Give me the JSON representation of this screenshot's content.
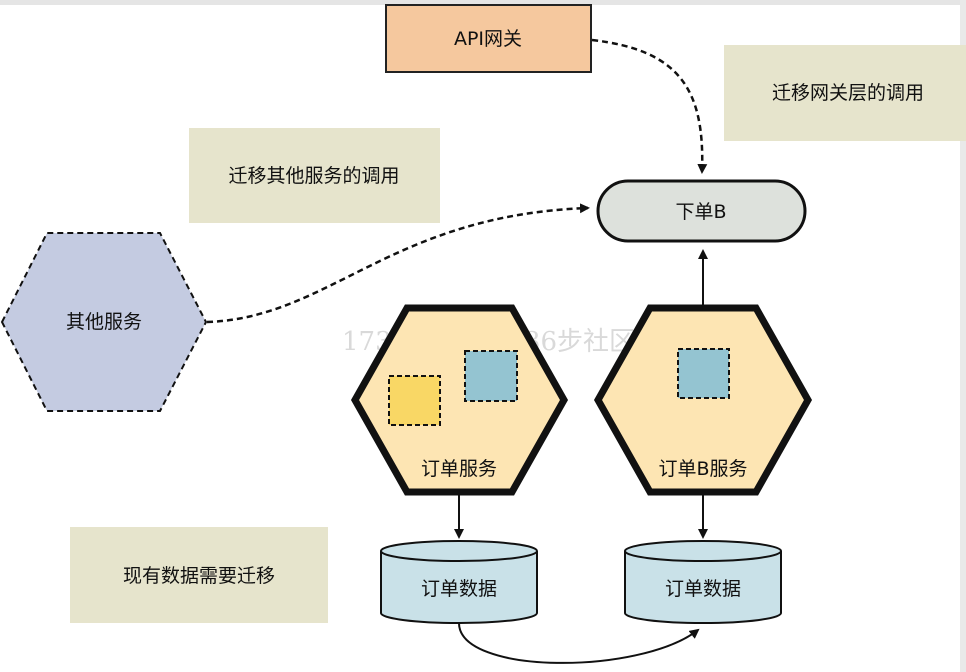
{
  "nodes": {
    "api_gateway": "API网关",
    "order_b": "下单B",
    "other_service": "其他服务",
    "order_service": "订单服务",
    "order_b_service": "订单B服务",
    "order_data_left": "订单数据",
    "order_data_right": "订单数据"
  },
  "notes": {
    "gateway_migration": "迁移网关层的调用",
    "other_migration": "迁移其他服务的调用",
    "data_migration": "现有数据需要迁移"
  },
  "watermark": "1739956377036步社区",
  "colors": {
    "gateway_fill": "#f5c89e",
    "note_fill": "#e6e4cc",
    "pill_fill": "#dde1dc",
    "other_hex_fill": "#c4cbe1",
    "service_hex_fill": "#fde5b3",
    "yellow_box": "#f9d765",
    "blue_box": "#94c4d1",
    "db_fill": "#c9e1e8"
  }
}
